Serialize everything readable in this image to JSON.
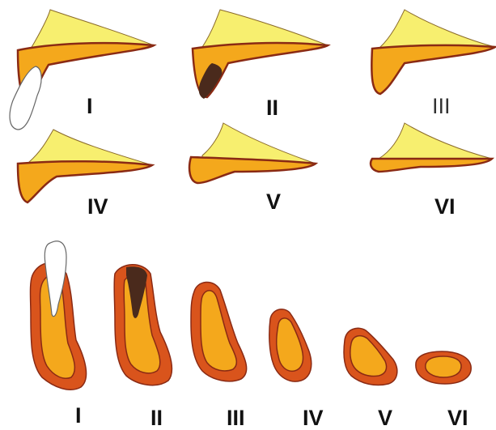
{
  "colors": {
    "bone": "#f7ef6f",
    "cortex": "#f4a81c",
    "outline": "#8a2a14",
    "rim": "#d9541c",
    "dark_tissue": "#4a2a1c",
    "crown": "#ffffff"
  },
  "top_panel": {
    "labels": [
      "I",
      "II",
      "III",
      "IV",
      "V",
      "VI"
    ]
  },
  "bottom_panel": {
    "labels": [
      "I",
      "II",
      "III",
      "IV",
      "V",
      "VI"
    ]
  }
}
